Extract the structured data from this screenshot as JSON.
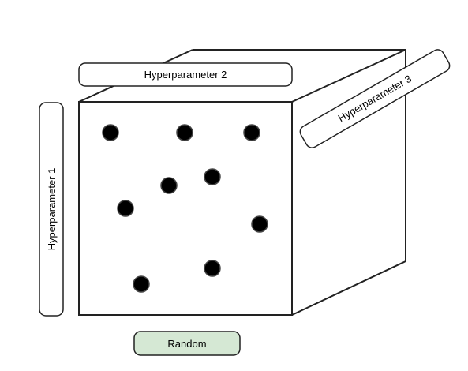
{
  "labels": {
    "hyperparameter_1": "Hyperparameter 1",
    "hyperparameter_2": "Hyperparameter 2",
    "hyperparameter_3": "Hyperparameter 3",
    "method": "Random"
  },
  "colors": {
    "line": "#222222",
    "dot": "#000000",
    "method_fill": "#d5e8d4",
    "label_fill": "#ffffff"
  }
}
